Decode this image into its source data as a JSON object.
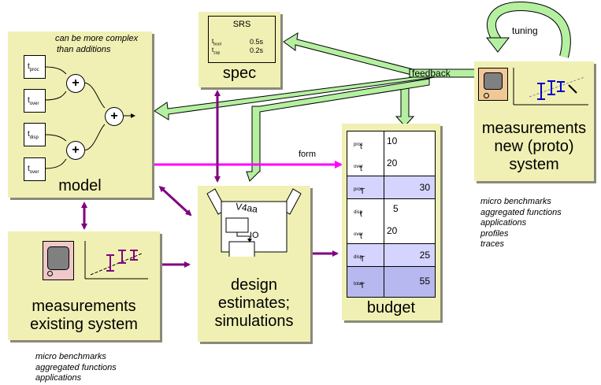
{
  "model": {
    "title": "model",
    "note_line1": "can be more complex",
    "note_line2": "than additions",
    "inputs": [
      {
        "base": "t",
        "sub": "proc"
      },
      {
        "base": "t",
        "sub": "over"
      },
      {
        "base": "t",
        "sub": "disp"
      },
      {
        "base": "t",
        "sub": "over"
      }
    ],
    "plus": "+"
  },
  "spec": {
    "title": "spec",
    "srs": "SRS",
    "rows": [
      {
        "base": "t",
        "sub": "boot",
        "value": "0.5s"
      },
      {
        "base": "t",
        "sub": "zap",
        "value": "0.2s"
      }
    ]
  },
  "budget": {
    "title": "budget",
    "rows": [
      {
        "base": "t",
        "sub": "proc",
        "value": "10",
        "kind": "item"
      },
      {
        "base": "t",
        "sub": "over",
        "value": "20",
        "kind": "item"
      },
      {
        "base": "T",
        "sub": "proc",
        "value": "30",
        "kind": "subtotal"
      },
      {
        "base": "t",
        "sub": "disp",
        "value": "5",
        "kind": "item"
      },
      {
        "base": "t",
        "sub": "over",
        "value": "20",
        "kind": "item"
      },
      {
        "base": "T",
        "sub": "disp",
        "value": "25",
        "kind": "subtotal"
      },
      {
        "base": "T",
        "sub": "total",
        "value": "55",
        "kind": "total"
      }
    ]
  },
  "design": {
    "title_line1": "design",
    "title_line2": "estimates;",
    "title_line3": "simulations",
    "chip_label": "V4aa",
    "io_label": "IO"
  },
  "measurements_existing": {
    "title_line1": "measurements",
    "title_line2": "existing system",
    "notes": [
      "micro benchmarks",
      "aggregated functions",
      "applications"
    ]
  },
  "measurements_new": {
    "title_line1": "measurements",
    "title_line2": "new (proto)",
    "title_line3": "system",
    "notes": [
      "micro benchmarks",
      "aggregated functions",
      "applications",
      "profiles",
      "traces"
    ]
  },
  "labels": {
    "feedback": "feedback",
    "tuning": "tuning",
    "form": "form"
  },
  "colors": {
    "box": "#f0f0b4",
    "green_arrow": "#b4f0a0",
    "purple": "#800080",
    "magenta": "#ff00ff"
  }
}
